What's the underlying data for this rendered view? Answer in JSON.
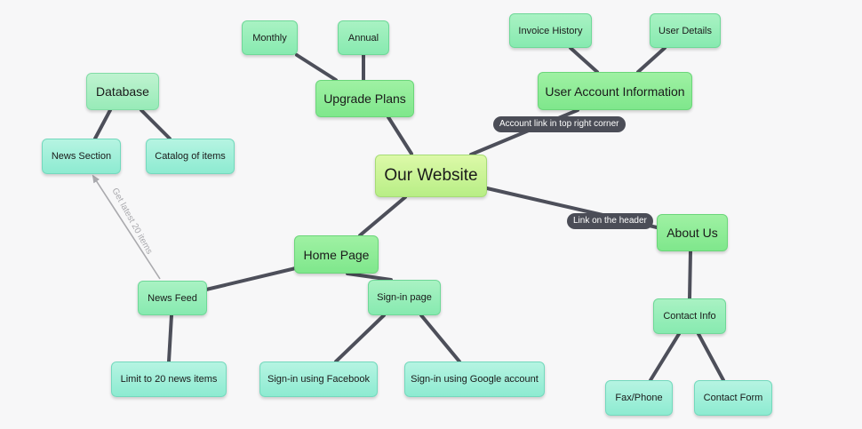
{
  "nodes": {
    "our_website": "Our Website",
    "upgrade_plans": "Upgrade Plans",
    "monthly": "Monthly",
    "annual": "Annual",
    "user_account": "User Account Information",
    "invoice_history": "Invoice History",
    "user_details": "User Details",
    "database": "Database",
    "news_section": "News Section",
    "catalog": "Catalog of items",
    "home_page": "Home Page",
    "news_feed": "News Feed",
    "limit_news": "Limit to 20 news items",
    "signin_page": "Sign-in page",
    "signin_facebook": "Sign-in using Facebook",
    "signin_google": "Sign-in using Google account",
    "about_us": "About Us",
    "contact_info": "Contact Info",
    "fax_phone": "Fax/Phone",
    "contact_form": "Contact Form"
  },
  "edge_labels": {
    "account_link": "Account link in top right corner",
    "header_link": "Link on the header",
    "latest_news": "Get latest 20 items"
  },
  "colors": {
    "edge": "#4d4f5a",
    "arrow": "#a9a9ad"
  }
}
